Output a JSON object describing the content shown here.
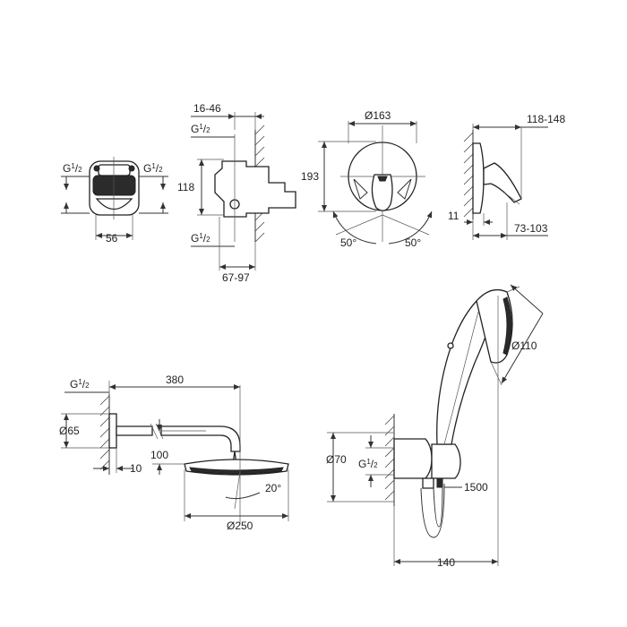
{
  "labels": {
    "g_half": "G",
    "g_num": "1",
    "g_den": "2",
    "d56": "56",
    "d16_46": "16-46",
    "d118": "118",
    "d67_97": "67-97",
    "d163": "Ø163",
    "d193": "193",
    "a50": "50°",
    "d118_148": "118-148",
    "d11": "11",
    "d73_103": "73-103",
    "d380": "380",
    "d65": "Ø65",
    "d10": "10",
    "d100": "100",
    "a20": "20°",
    "d250": "Ø250",
    "d110": "Ø110",
    "d70": "Ø70",
    "d1500": "1500",
    "d140": "140"
  },
  "colors": {
    "line": "#333333",
    "fill_dark": "#2b2b2b",
    "background": "#ffffff"
  }
}
